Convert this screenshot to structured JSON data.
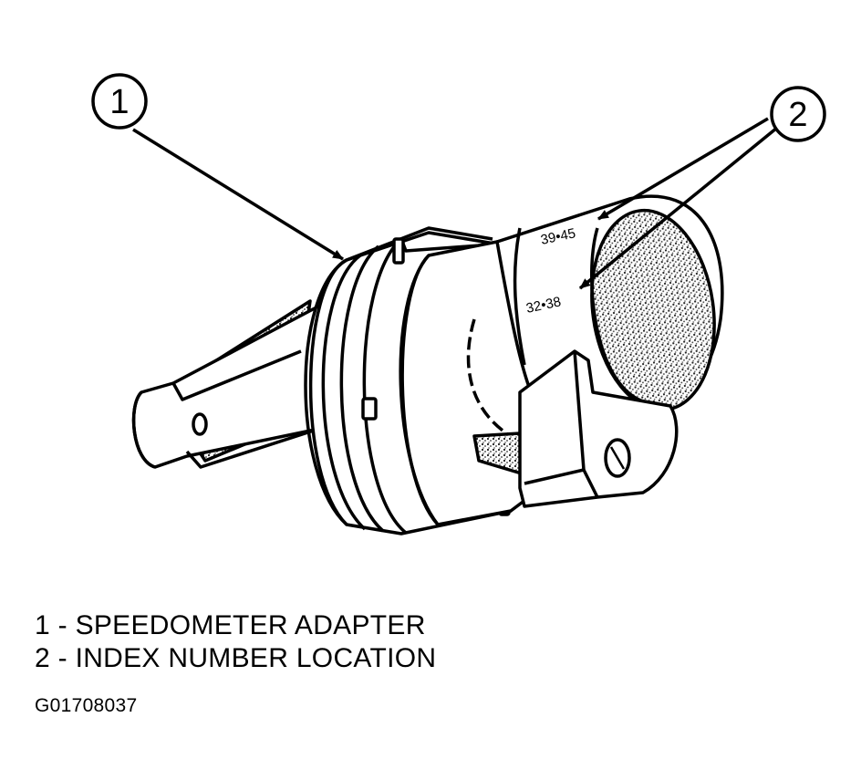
{
  "callouts": [
    {
      "number": "1"
    },
    {
      "number": "2"
    }
  ],
  "index_marks": [
    "39•45",
    "32•38"
  ],
  "legend": [
    {
      "number": "1",
      "separator": " - ",
      "label": "SPEEDOMETER ADAPTER"
    },
    {
      "number": "2",
      "separator": " - ",
      "label": "INDEX NUMBER LOCATION"
    }
  ],
  "figure_code": "G01708037",
  "colors": {
    "ink": "#000000",
    "paper": "#ffffff",
    "stipple": "#6a6a6a"
  }
}
